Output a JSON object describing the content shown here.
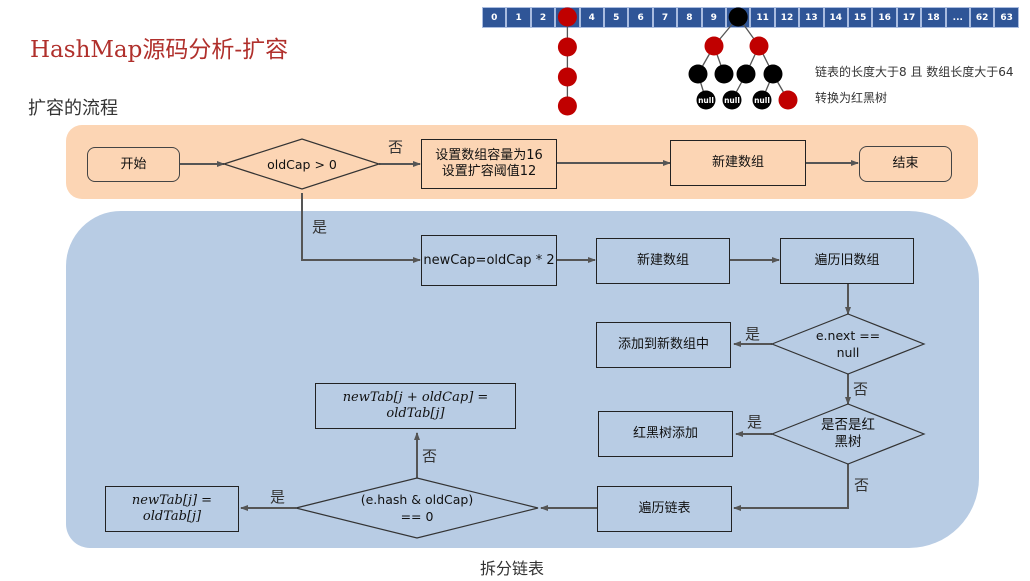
{
  "header": {
    "title": "HashMap源码分析-扩容",
    "subtitle": "扩容的流程"
  },
  "illustration": {
    "array_cells": [
      "0",
      "1",
      "2",
      "",
      "4",
      "5",
      "6",
      "7",
      "8",
      "9",
      "",
      "11",
      "12",
      "13",
      "14",
      "15",
      "16",
      "17",
      "18",
      "...",
      "62",
      "63"
    ],
    "linked_list_bucket_index": 3,
    "tree_bucket_index": 10,
    "linked_list_nodes": 4,
    "tree_null_label": "null",
    "colors": {
      "array": "#2f5597",
      "red_node": "#c00000",
      "black_node": "#000000"
    },
    "note_line1": "链表的长度大于8 且 数组长度大于64",
    "note_line2": "转换为红黑树"
  },
  "flow": {
    "start": "开始",
    "cond_oldcap": "oldCap > 0",
    "init_line1": "设置数组容量为16",
    "init_line2": "设置扩容阈值12",
    "new_array_top": "新建数组",
    "end": "结束",
    "newcap": "newCap=oldCap * 2",
    "new_array": "新建数组",
    "traverse_old": "遍历旧数组",
    "cond_next_line1": "e.next ==",
    "cond_next_line2": "null",
    "add_new_array": "添加到新数组中",
    "cond_tree_line1": "是否是红",
    "cond_tree_line2": "黑树",
    "tree_add": "红黑树添加",
    "traverse_list": "遍历链表",
    "cond_hash_line1": "(e.hash & oldCap)",
    "cond_hash_line2": "== 0",
    "assign_high_line1": "newTab[j + oldCap] =",
    "assign_high_line2": "oldTab[j]",
    "assign_low_line1": "newTab[j] =",
    "assign_low_line2": "oldTab[j]",
    "yes": "是",
    "no": "否",
    "split_label": "拆分链表"
  },
  "colors": {
    "title": "#b0302c",
    "orange_panel": "#fcd5b4",
    "blue_panel": "#b8cce4",
    "connector": "#555555"
  }
}
